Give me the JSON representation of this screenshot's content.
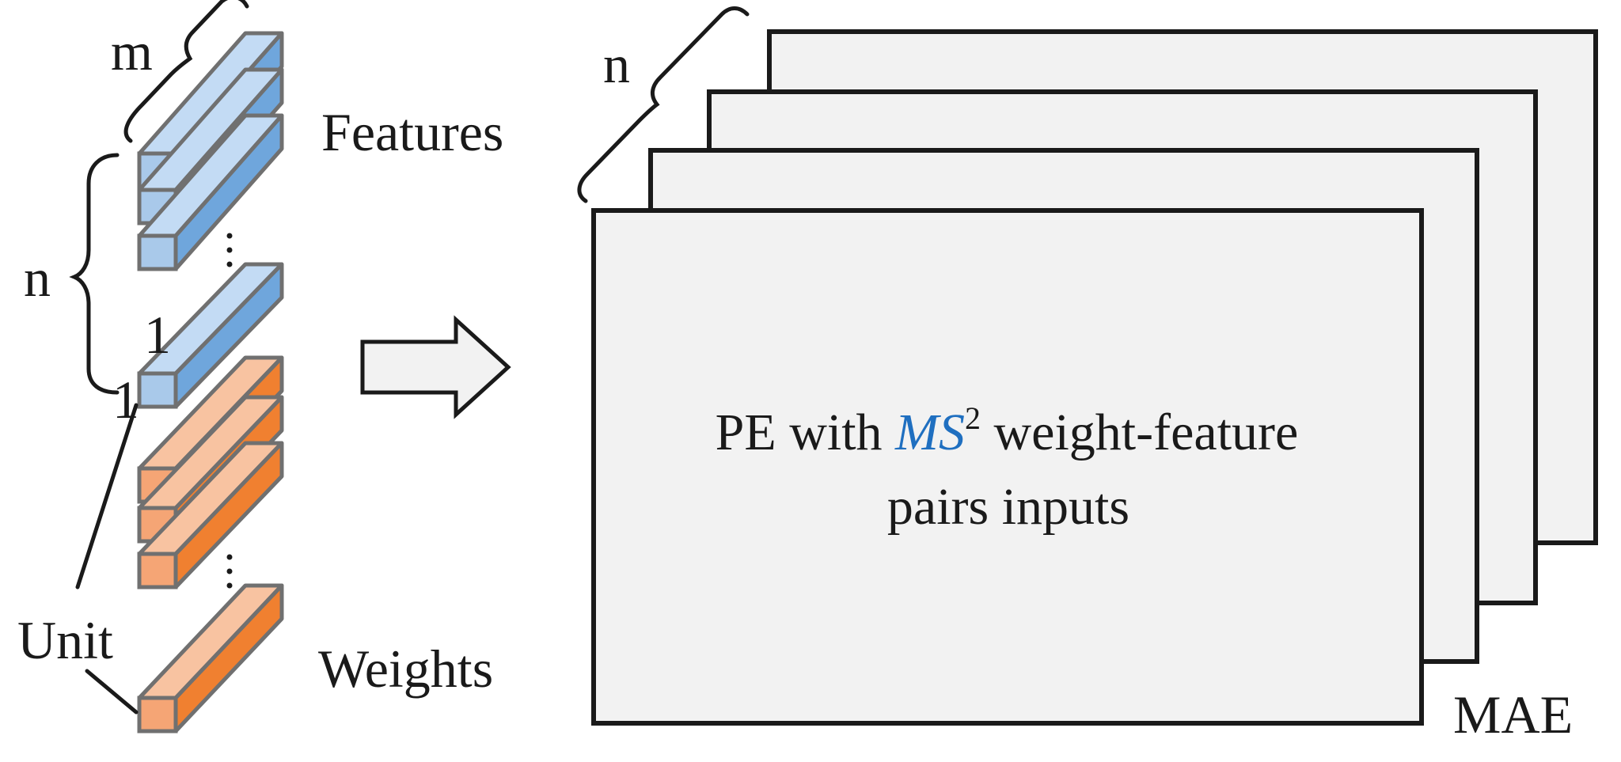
{
  "labels": {
    "m": "m",
    "n_left": "n",
    "n_right": "n",
    "features": "Features",
    "weights": "Weights",
    "unit": "Unit",
    "one_top": "1",
    "one_bottom": "1",
    "mae": "MAE"
  },
  "pe_text": {
    "line1_prefix": "PE with ",
    "line1_math": "MS",
    "line1_sup": "2",
    "line1_suffix": " weight-feature",
    "line2": "pairs inputs"
  },
  "colors": {
    "feature_front": "#a9c9ea",
    "feature_top": "#c3dbf4",
    "feature_side": "#6fa6dc",
    "weight_front": "#f5a575",
    "weight_top": "#f8c3a1",
    "weight_side": "#f08030",
    "bar_edge": "#707070",
    "panel_fill": "#f2f2f2",
    "panel_edge": "#1a1a1a",
    "math_blue": "#1f6fc0"
  },
  "icons": {
    "arrow": "right-arrow-icon",
    "ellipsis": "vertical-ellipsis-icon"
  }
}
